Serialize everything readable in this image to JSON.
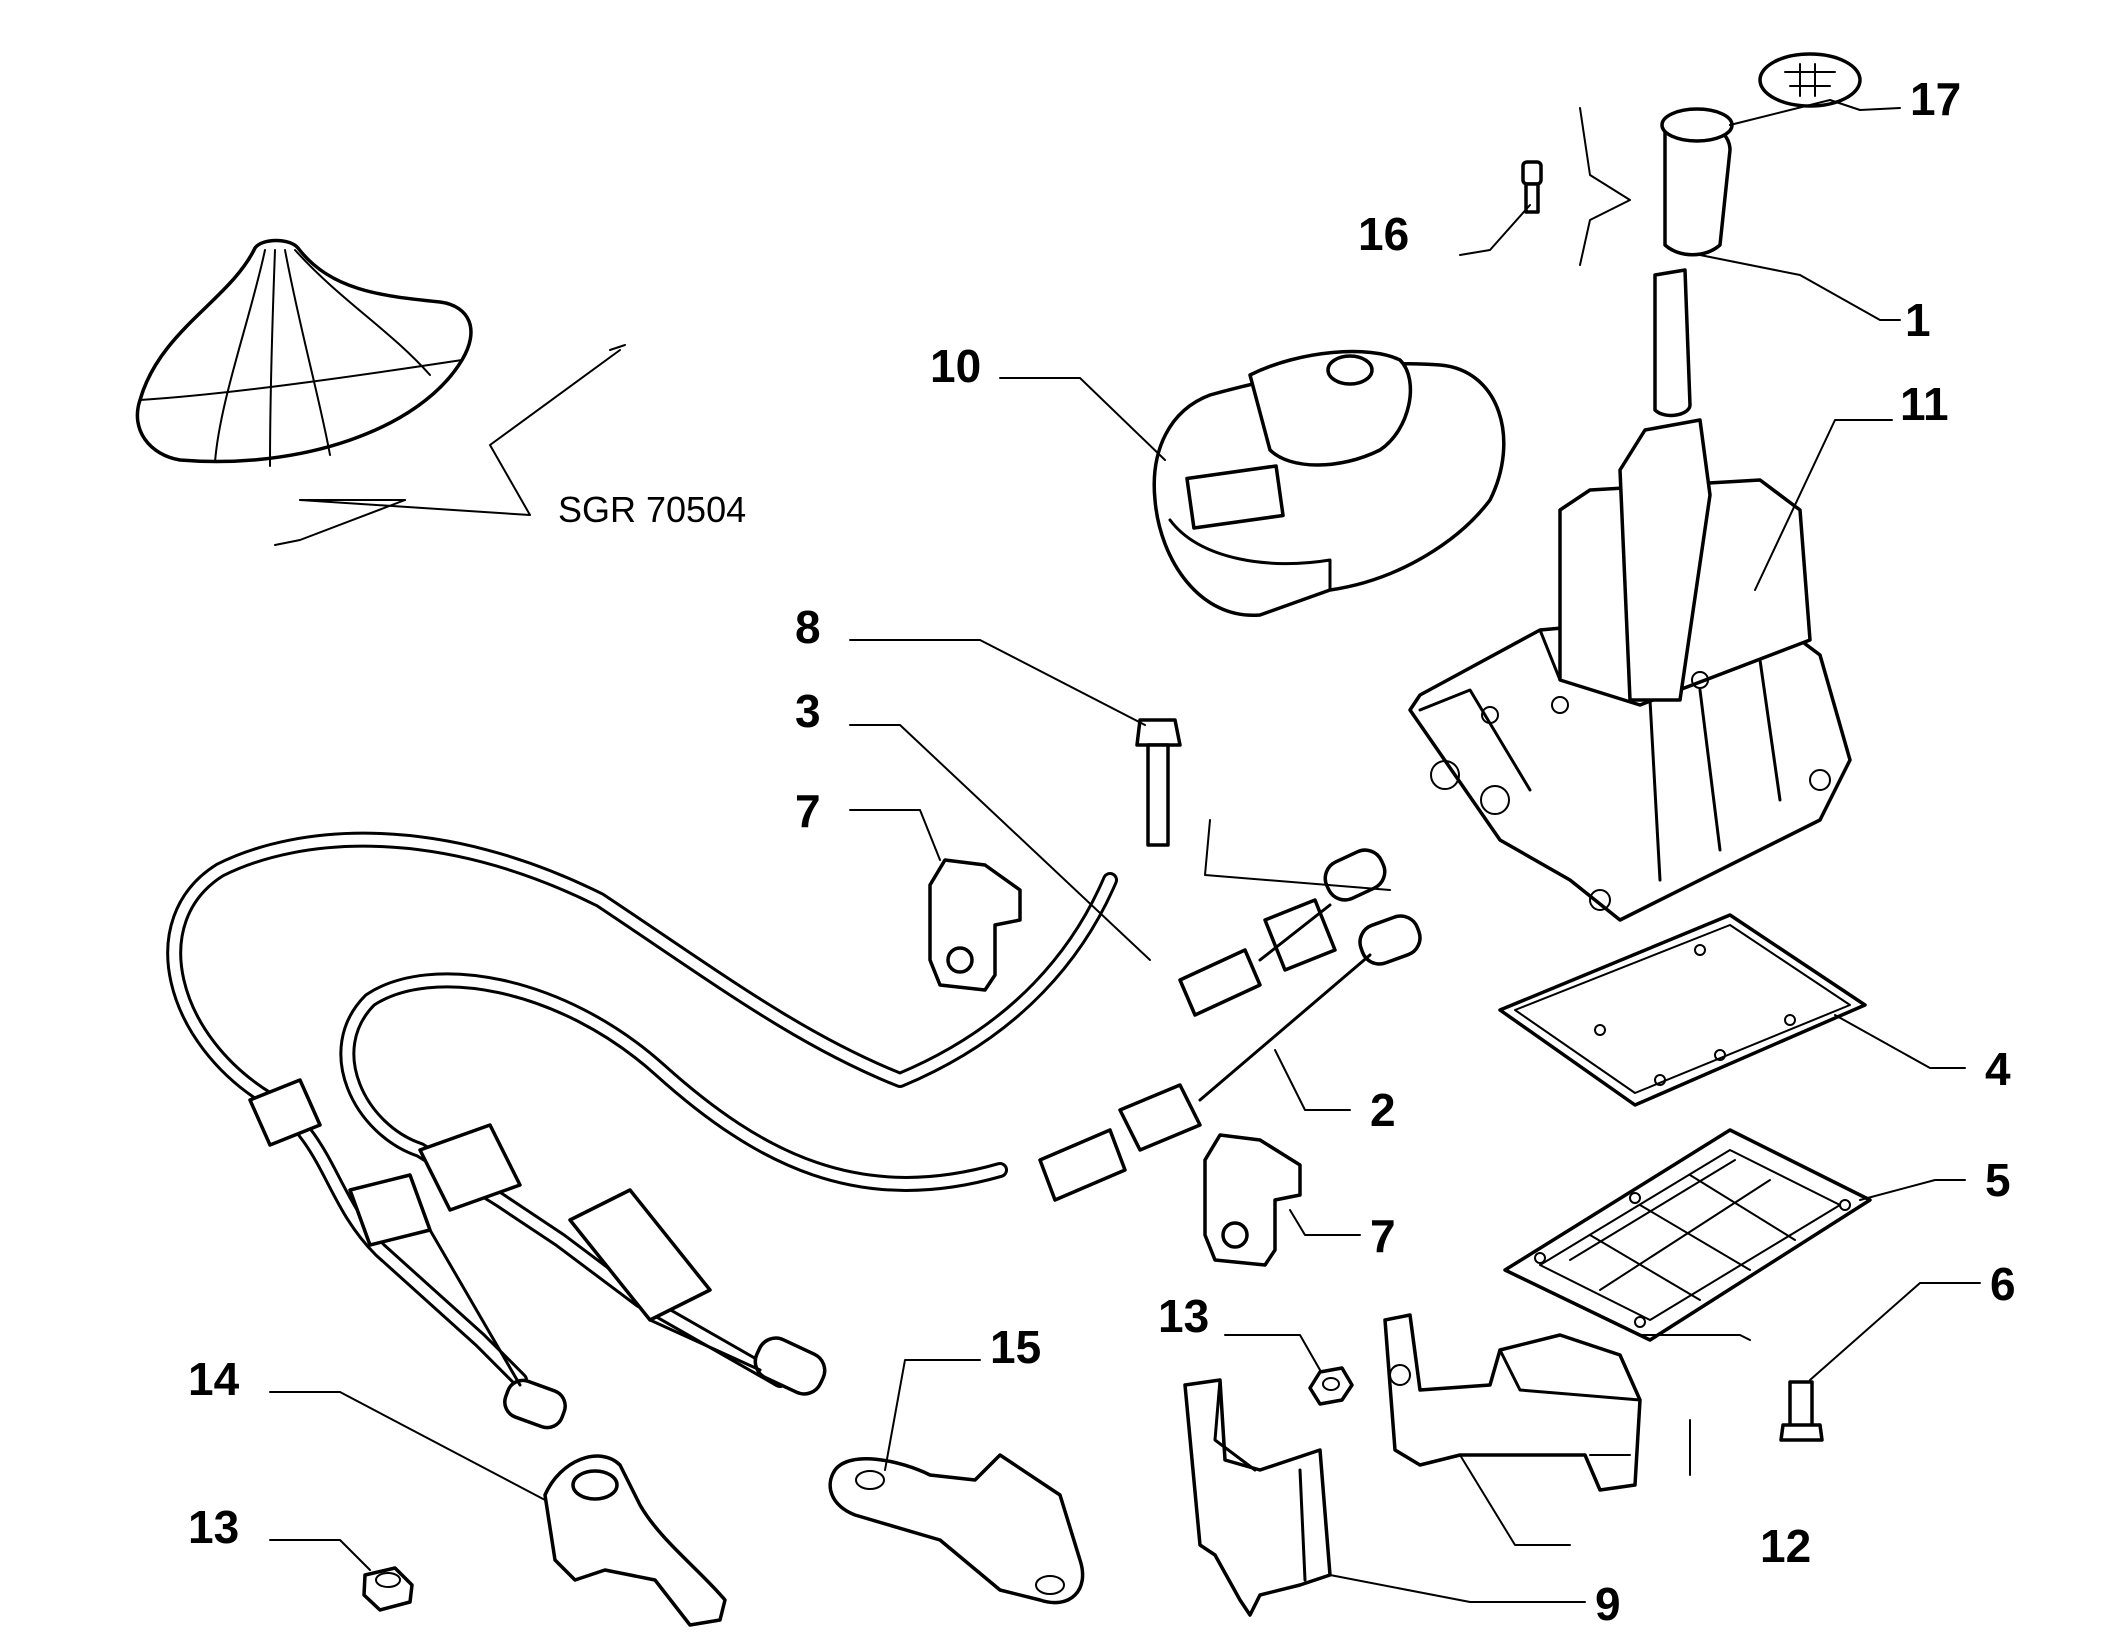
{
  "diagram": {
    "reference_code": "SGR 70504",
    "callouts": [
      {
        "id": "c1",
        "label": "1"
      },
      {
        "id": "c2",
        "label": "2"
      },
      {
        "id": "c3",
        "label": "3"
      },
      {
        "id": "c4",
        "label": "4"
      },
      {
        "id": "c5",
        "label": "5"
      },
      {
        "id": "c6",
        "label": "6"
      },
      {
        "id": "c7a",
        "label": "7"
      },
      {
        "id": "c7b",
        "label": "7"
      },
      {
        "id": "c8",
        "label": "8"
      },
      {
        "id": "c9",
        "label": "9"
      },
      {
        "id": "c10",
        "label": "10"
      },
      {
        "id": "c11",
        "label": "11"
      },
      {
        "id": "c12",
        "label": "12"
      },
      {
        "id": "c13a",
        "label": "13"
      },
      {
        "id": "c13b",
        "label": "13"
      },
      {
        "id": "c14",
        "label": "14"
      },
      {
        "id": "c15",
        "label": "15"
      },
      {
        "id": "c16",
        "label": "16"
      },
      {
        "id": "c17",
        "label": "17"
      }
    ]
  }
}
